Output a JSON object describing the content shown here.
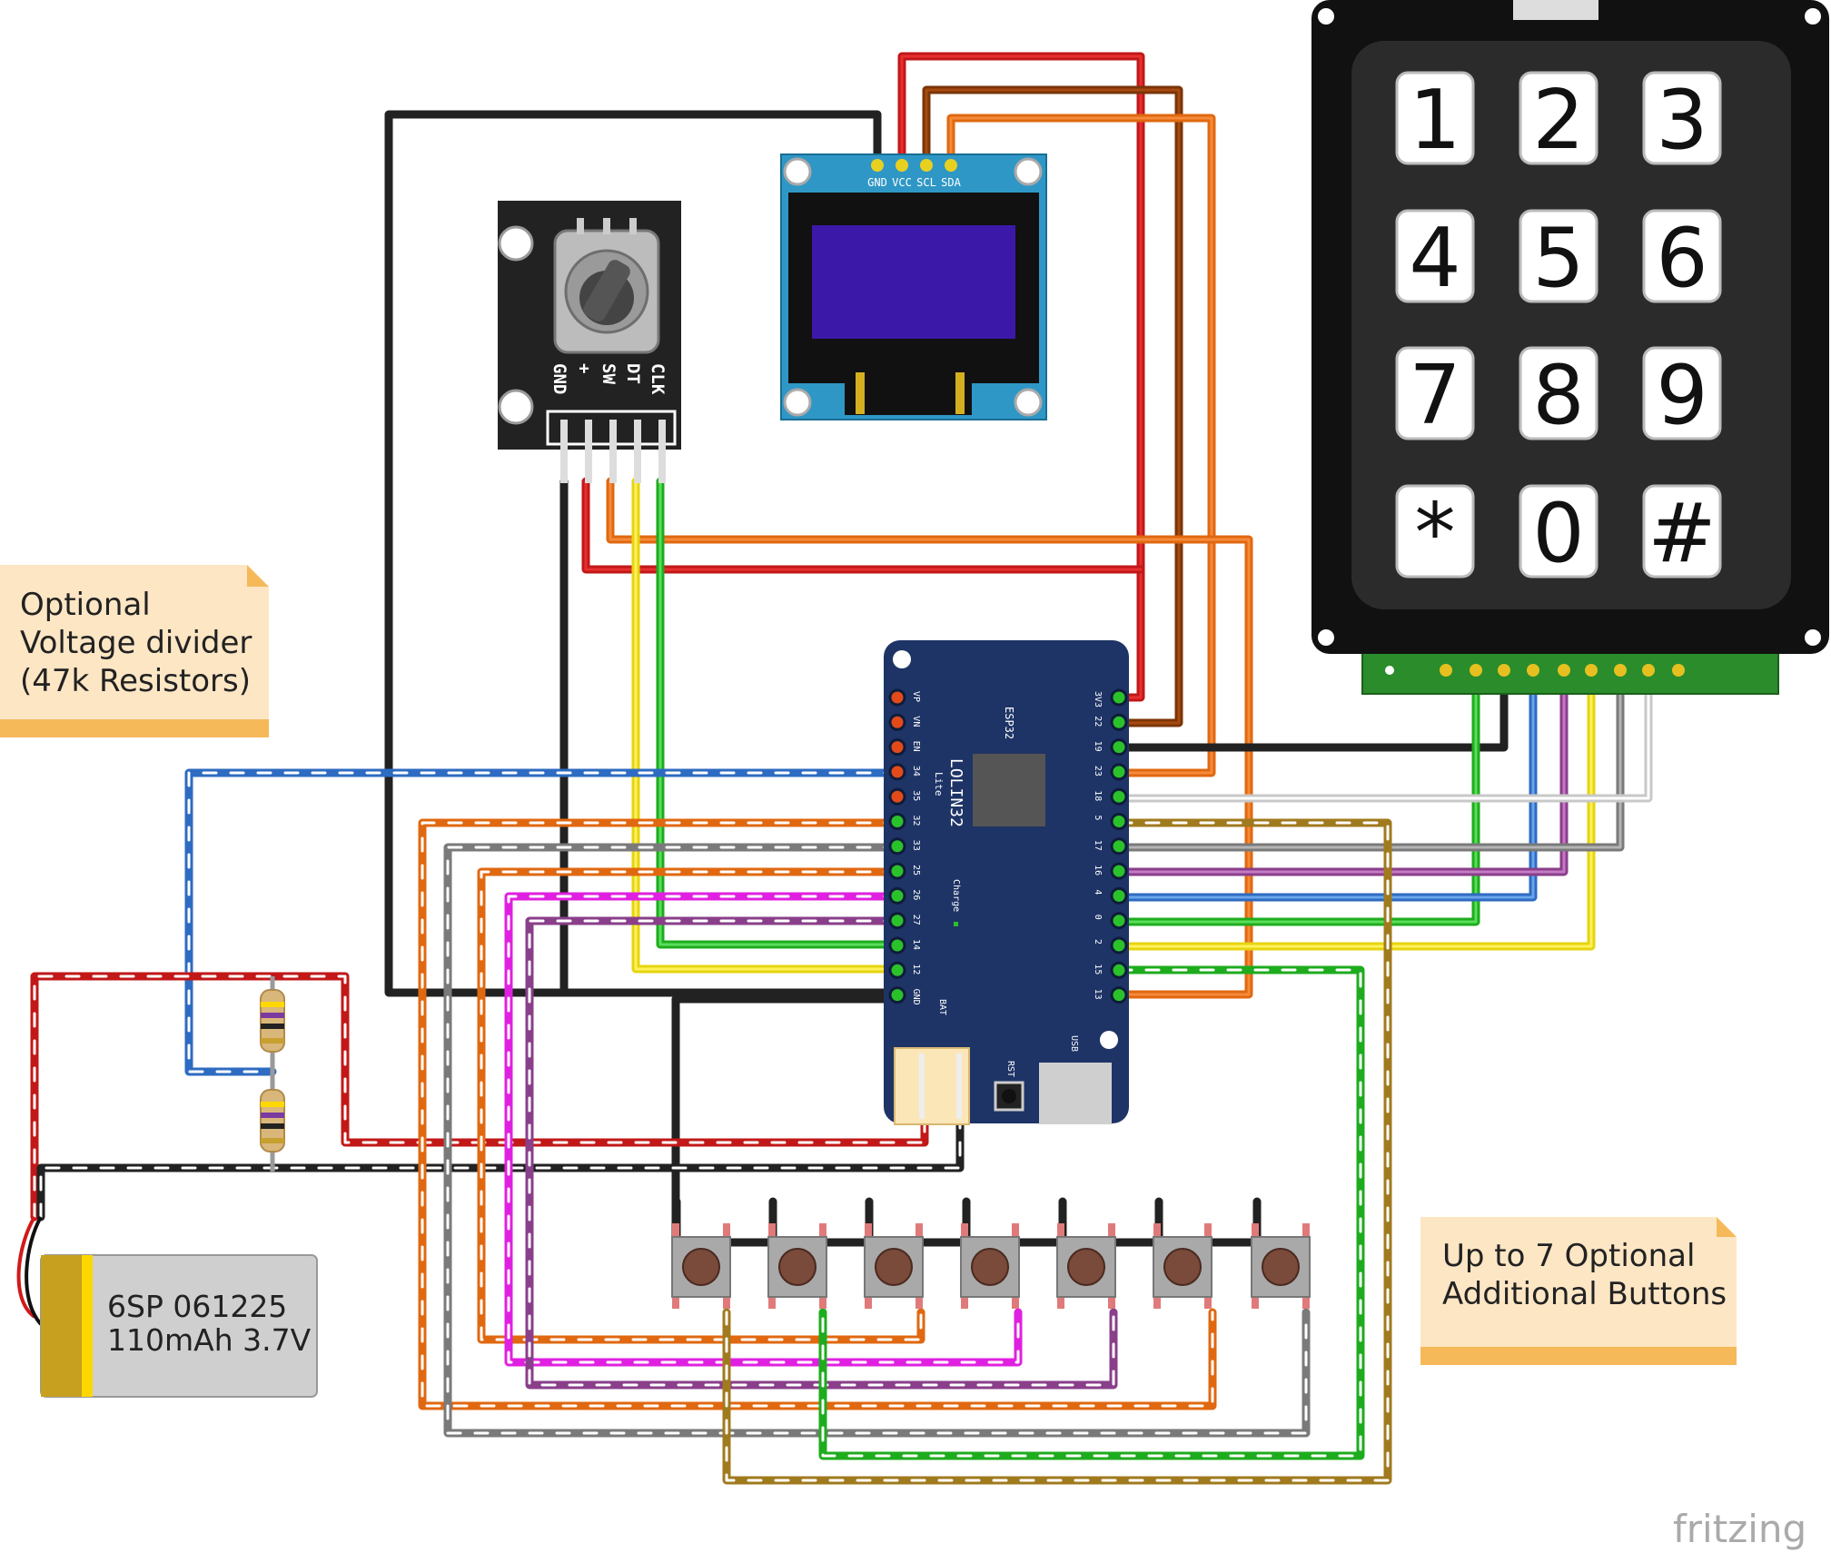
{
  "notes": {
    "voltage_divider": [
      "Optional",
      "Voltage divider",
      "(47k Resistors)"
    ],
    "buttons": [
      "Up to 7 Optional",
      "Additional Buttons"
    ]
  },
  "battery": {
    "line1": "6SP 061225",
    "line2": "110mAh 3.7V"
  },
  "oled": {
    "pins": [
      "GND",
      "VCC",
      "SCL",
      "SDA"
    ]
  },
  "encoder": {
    "pins": [
      "CLK",
      "DT",
      "SW",
      "+",
      "GND"
    ]
  },
  "keypad": {
    "keys": [
      "1",
      "2",
      "3",
      "4",
      "5",
      "6",
      "7",
      "8",
      "9",
      "*",
      "0",
      "#"
    ]
  },
  "esp32": {
    "board": "LOLIN32",
    "sub": "Lite",
    "chip": "ESP32",
    "charge": "Charge",
    "bat": "BAT",
    "usb": "USB",
    "rst": "RST",
    "left_pins": [
      "VP",
      "VN",
      "EN",
      "34",
      "35",
      "32",
      "33",
      "25",
      "26",
      "27",
      "14",
      "12",
      "GND"
    ],
    "right_pins": [
      "3V3",
      "22",
      "19",
      "23",
      "18",
      "5",
      "17",
      "16",
      "4",
      "0",
      "2",
      "15",
      "13"
    ]
  },
  "watermark": "fritzing",
  "colors": {
    "red": "#d11919",
    "brown": "#8a3a0a",
    "orange": "#e8701c",
    "black": "#222222",
    "yellow": "#f5e71c",
    "green": "#2bc12b",
    "blue": "#3c7fcf",
    "purple": "#9b4f9b",
    "magenta": "#f03cf0",
    "grey": "#8c8c8c",
    "white": "#e6e6e6",
    "olive": "#a07a1e",
    "pcb_blue": "#1e3466",
    "note_bg": "#fde6c4",
    "note_edge": "#f6b95a"
  }
}
